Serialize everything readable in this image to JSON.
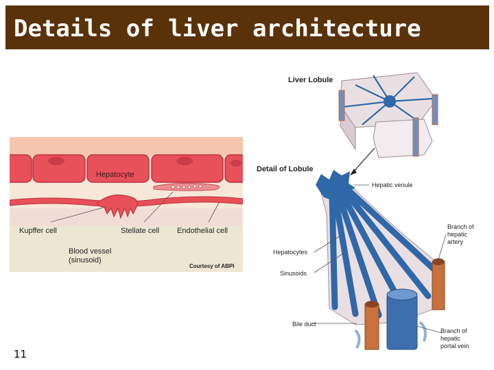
{
  "slide": {
    "title": "Details of liver architecture",
    "number": "11"
  },
  "left_diagram": {
    "labels": {
      "hepatocyte": "Hepatocyte",
      "kupffer": "Kupffer cell",
      "stellate": "Stellate cell",
      "endothelial": "Endothelial cell",
      "vessel_line1": "Blood vessel",
      "vessel_line2": "(sinusoid)",
      "credit": "Courtesy of ABPI"
    }
  },
  "right_diagram": {
    "labels": {
      "lobule": "Liver Lobule",
      "detail": "Detail of Lobule",
      "venule": "Hepatic venule",
      "artery_l1": "Branch of",
      "artery_l2": "hepatic",
      "artery_l3": "artery",
      "hepatocytes": "Hepatocytes",
      "sinusoids": "Sinusoids",
      "bile": "Bile duct",
      "portal_l1": "Branch of",
      "portal_l2": "hepatic",
      "portal_l3": "portal vein"
    }
  },
  "colors": {
    "title_bar": "#5a3209",
    "vessel_blue": "#2f68a8",
    "cell_pink": "#e8505a"
  }
}
